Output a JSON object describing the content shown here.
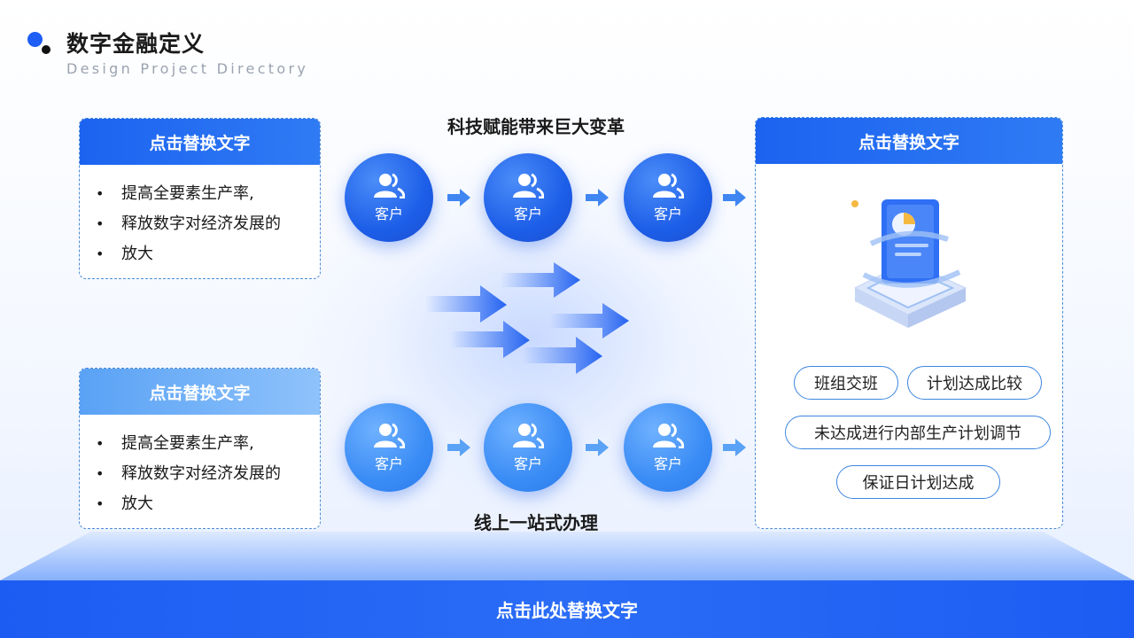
{
  "header": {
    "title": "数字金融定义",
    "subtitle": "Design Project Directory"
  },
  "left_cards": [
    {
      "title": "点击替换文字",
      "bullets": [
        "提高全要素生产率,",
        "释放数字对经济发展的",
        "放大"
      ]
    },
    {
      "title": "点击替换文字",
      "bullets": [
        "提高全要素生产率,",
        "释放数字对经济发展的",
        "放大"
      ]
    }
  ],
  "flow": {
    "top_heading": "科技赋能带来巨大变革",
    "bottom_heading": "线上一站式办理",
    "top_nodes": [
      "客户",
      "客户",
      "客户"
    ],
    "bottom_nodes": [
      "客户",
      "客户",
      "客户"
    ]
  },
  "right_card": {
    "title": "点击替换文字",
    "tags": [
      "班组交班",
      "计划达成比较",
      "未达成进行内部生产计划调节",
      "保证日计划达成"
    ]
  },
  "footer": {
    "label": "点击此处替换文字"
  },
  "colors": {
    "primary": "#1f5ef5",
    "light_primary": "#5aa2f5",
    "accent_dot": "#f5b942"
  }
}
